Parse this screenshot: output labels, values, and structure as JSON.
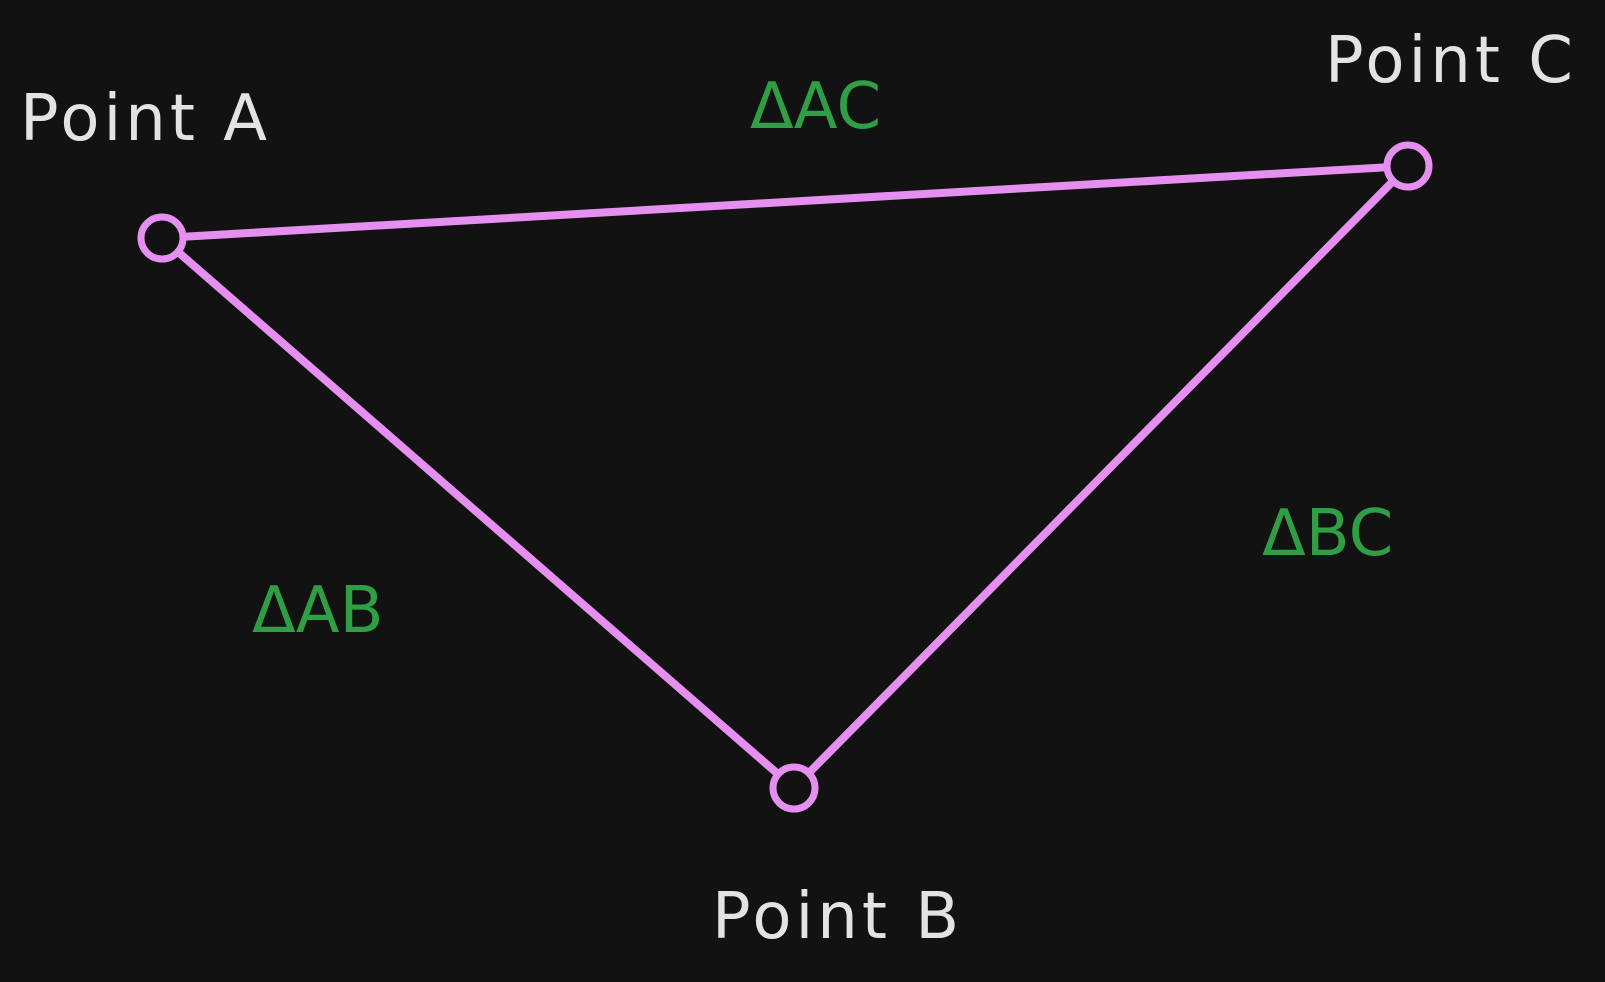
{
  "colors": {
    "background": "#121212",
    "edge": "#e590f0",
    "point_label": "#e3e3e3",
    "delta_label": "#2f9e44"
  },
  "points": {
    "a": {
      "label": "Point A"
    },
    "b": {
      "label": "Point B"
    },
    "c": {
      "label": "Point C"
    }
  },
  "deltas": {
    "ab": "ΔAB",
    "ac": "ΔAC",
    "bc": "ΔBC"
  }
}
